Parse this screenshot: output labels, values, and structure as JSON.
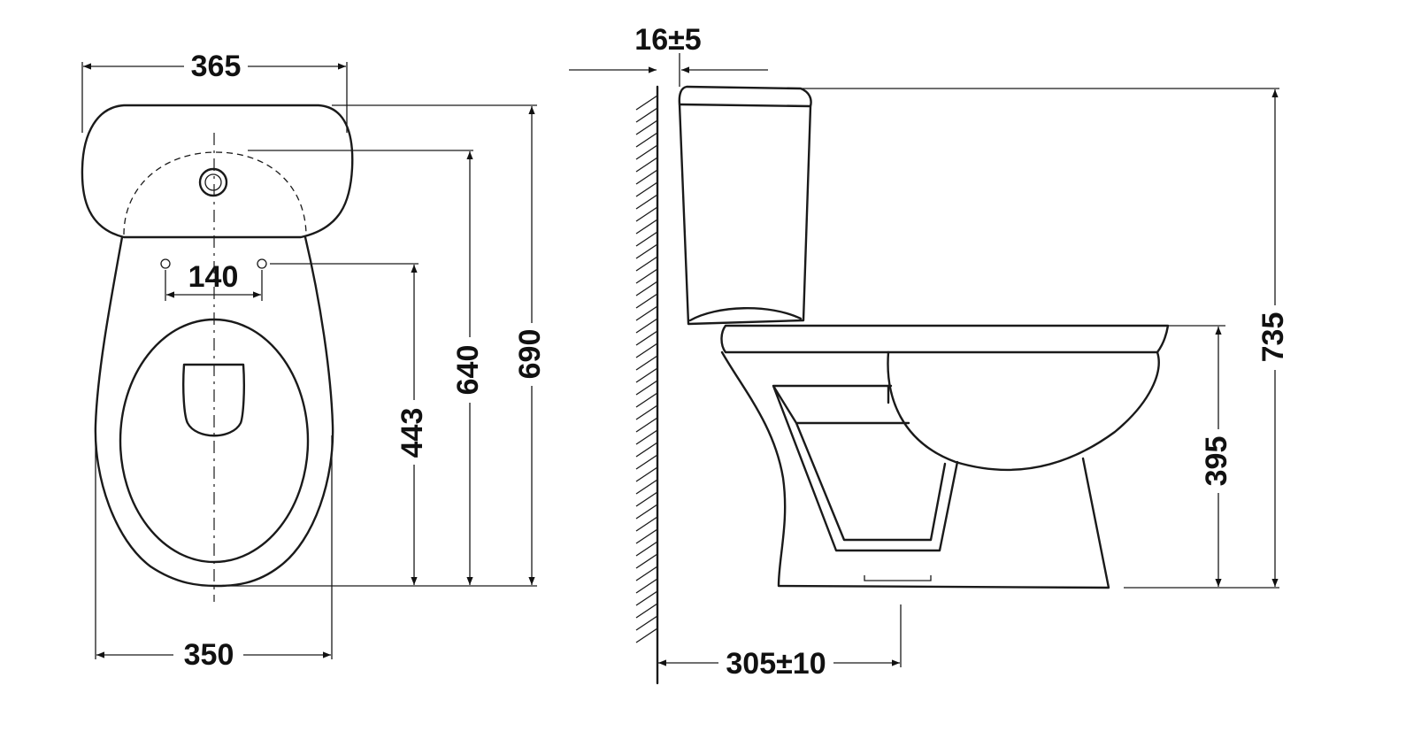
{
  "front_view": {
    "width_top": "365",
    "hole_spacing": "140",
    "height_to_holes": "443",
    "height_to_outlet": "640",
    "overall_depth": "690",
    "width_bottom": "350"
  },
  "side_view": {
    "wall_gap": "16±5",
    "overall_height": "735",
    "seat_height": "395",
    "rough_in": "305±10"
  },
  "colors": {
    "line": "#1a1a1a",
    "background": "#ffffff"
  }
}
